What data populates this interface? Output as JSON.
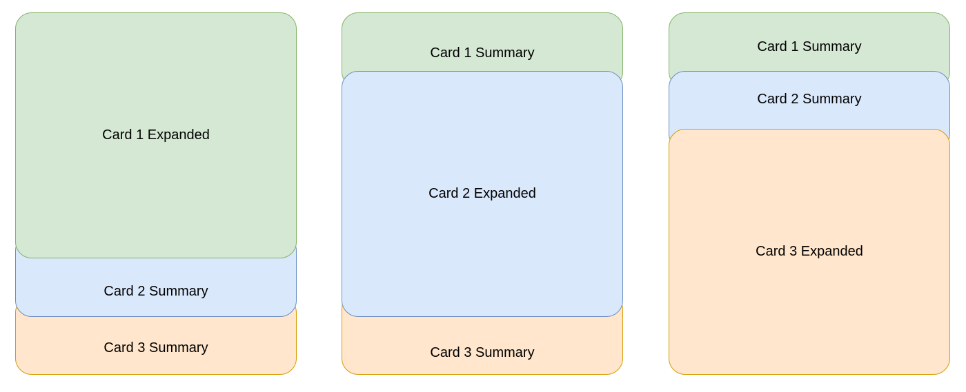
{
  "colors": {
    "card1_fill": "#d5e8d4",
    "card1_stroke": "#82b366",
    "card2_fill": "#dae8fc",
    "card2_stroke": "#6c8ebf",
    "card3_fill": "#ffe6cc",
    "card3_stroke": "#d79b00"
  },
  "stacks": [
    {
      "card1": "Card 1 Expanded",
      "card2": "Card 2 Summary",
      "card3": "Card 3 Summary"
    },
    {
      "card1": "Card 1 Summary",
      "card2": "Card 2 Expanded",
      "card3": "Card 3 Summary"
    },
    {
      "card1": "Card 1 Summary",
      "card2": "Card 2 Summary",
      "card3": "Card 3 Expanded"
    }
  ]
}
